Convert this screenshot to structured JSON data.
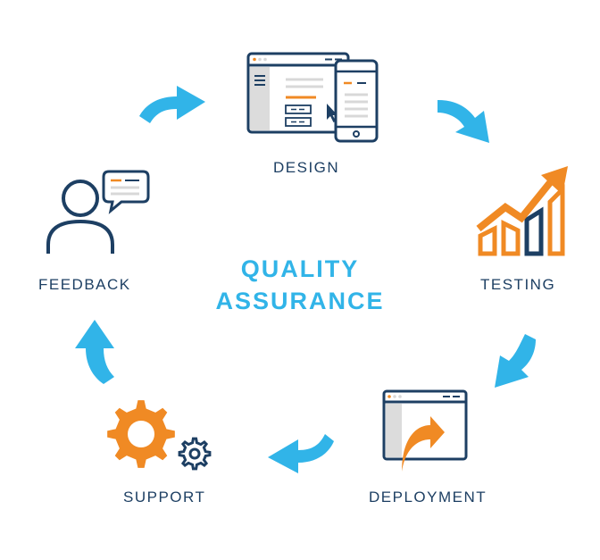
{
  "center": {
    "line1": "QUALITY",
    "line2": "ASSURANCE"
  },
  "stages": {
    "design": "DESIGN",
    "testing": "TESTING",
    "deployment": "DEPLOYMENT",
    "support": "SUPPORT",
    "feedback": "FEEDBACK"
  },
  "icons": {
    "design": "browser-and-phone-icon",
    "testing": "rising-bar-chart-icon",
    "deployment": "browser-upload-icon",
    "support": "gears-icon",
    "feedback": "person-speech-bubble-icon",
    "cycle_arrows": "curved-arrow-icon"
  },
  "colors": {
    "navy": "#1d3f63",
    "blue": "#31b4e8",
    "orange": "#f08a24",
    "gray": "#d8d8d8"
  }
}
